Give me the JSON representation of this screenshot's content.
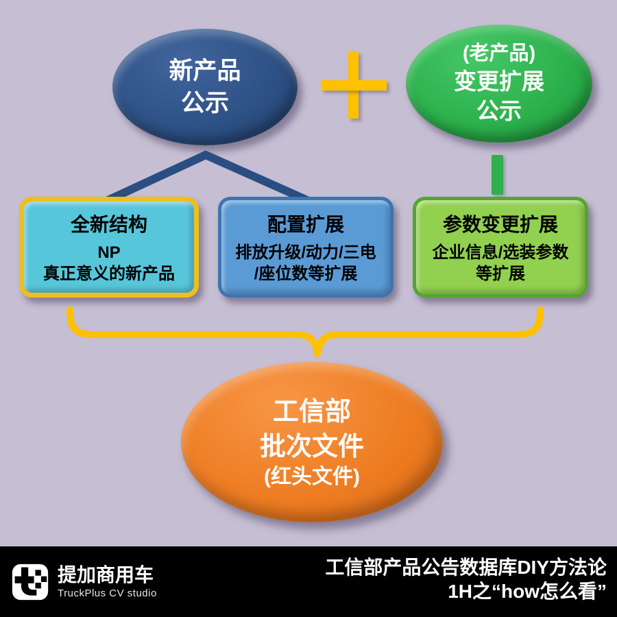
{
  "colors": {
    "background": "#C6BED2",
    "new_product_blue": "#2E5286",
    "old_product_green": "#2CB14C",
    "accent_gold": "#FFC000",
    "box_new_structure_fill": "#58C6DA",
    "box_new_structure_border": "#EEBE1E",
    "box_config_fill": "#5B9BD5",
    "box_config_border": "#3E74B0",
    "box_param_fill": "#92D050",
    "box_param_border": "#55A42F",
    "result_orange": "#EE7D23",
    "footer_background": "#000000"
  },
  "icons": {
    "plus_sign": "plus-icon",
    "split_connector": "chevron-split-connector",
    "drop_connector": "vertical-bar-connector",
    "merge_brace": "curly-brace-down",
    "logo": "truckplus-logo"
  },
  "diagram": {
    "new_product_ellipse": {
      "line1": "新产品",
      "line2": "公示"
    },
    "old_product_ellipse": {
      "line1": "(老产品)",
      "line2": "变更扩展",
      "line3": "公示"
    },
    "boxes": [
      {
        "title": "全新结构",
        "body_lines": [
          "NP",
          "真正意义的新产品"
        ]
      },
      {
        "title": "配置扩展",
        "body_lines": [
          "排放升级/动力/三电",
          "/座位数等扩展"
        ]
      },
      {
        "title": "参数变更扩展",
        "body_lines": [
          "企业信息/选装参数",
          "等扩展"
        ]
      }
    ],
    "result_ellipse": {
      "line1": "工信部",
      "line2": "批次文件",
      "line3": "(红头文件)"
    }
  },
  "footer": {
    "logo_title": "提加商用车",
    "logo_subtitle": "TruckPlus CV studio",
    "caption_line1": "工信部产品公告数据库DIY方法论",
    "caption_line2": "1H之“how怎么看”"
  }
}
